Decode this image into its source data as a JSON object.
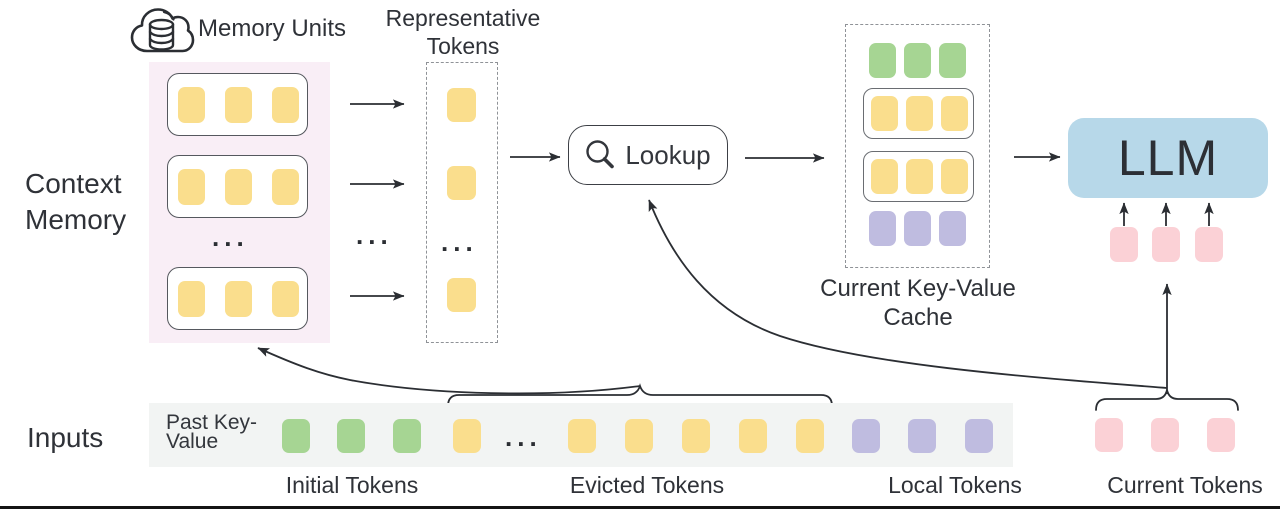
{
  "figure": {
    "type": "architecture-diagram",
    "description_visible_only": true
  },
  "labels": {
    "memory_units": "Memory Units",
    "representative_tokens": "Representative Tokens",
    "context_memory": "Context Memory",
    "lookup": "Lookup",
    "current_kv_cache": "Current Key-Value Cache",
    "llm": "LLM",
    "inputs": "Inputs",
    "past_key_value": "Past Key-Value",
    "ellipsis": "..."
  },
  "context_memory": {
    "unit_rows_visible": 3,
    "tokens_per_unit": 3,
    "token_color": "yellow",
    "has_ellipsis_between_rows": true
  },
  "representative_tokens": {
    "visible_count": 3,
    "token_color": "yellow",
    "has_ellipsis": true
  },
  "current_kv_cache": {
    "rows": [
      {
        "token_color": "green",
        "boxed": false,
        "count": 3
      },
      {
        "token_color": "yellow",
        "boxed": true,
        "count": 3
      },
      {
        "token_color": "yellow",
        "boxed": true,
        "count": 3
      },
      {
        "token_color": "purple",
        "boxed": false,
        "count": 3
      }
    ]
  },
  "llm": {
    "input_token_color": "pink",
    "input_token_count": 3
  },
  "inputs": {
    "groups": [
      {
        "label": "Initial Tokens",
        "token_color": "green",
        "count": 3
      },
      {
        "label": "Evicted Tokens",
        "token_color": "yellow",
        "count": 6,
        "ellipsis_in_group": true,
        "braced": true
      },
      {
        "label": "Local Tokens",
        "token_color": "purple",
        "count": 3
      },
      {
        "label": "Current Tokens",
        "token_color": "pink",
        "count": 3,
        "braced": true
      }
    ]
  },
  "colors": {
    "token_yellow": "#fade8d",
    "token_green": "#a6d593",
    "token_purple": "#bfbce0",
    "token_pink": "#fbd1d6",
    "context_memory_bg": "#f9eef6",
    "inputs_strip_bg": "#f2f4f3",
    "llm_bg": "#b7d8e9",
    "line_color": "#2b2e33",
    "text_color": "#2f3238"
  }
}
